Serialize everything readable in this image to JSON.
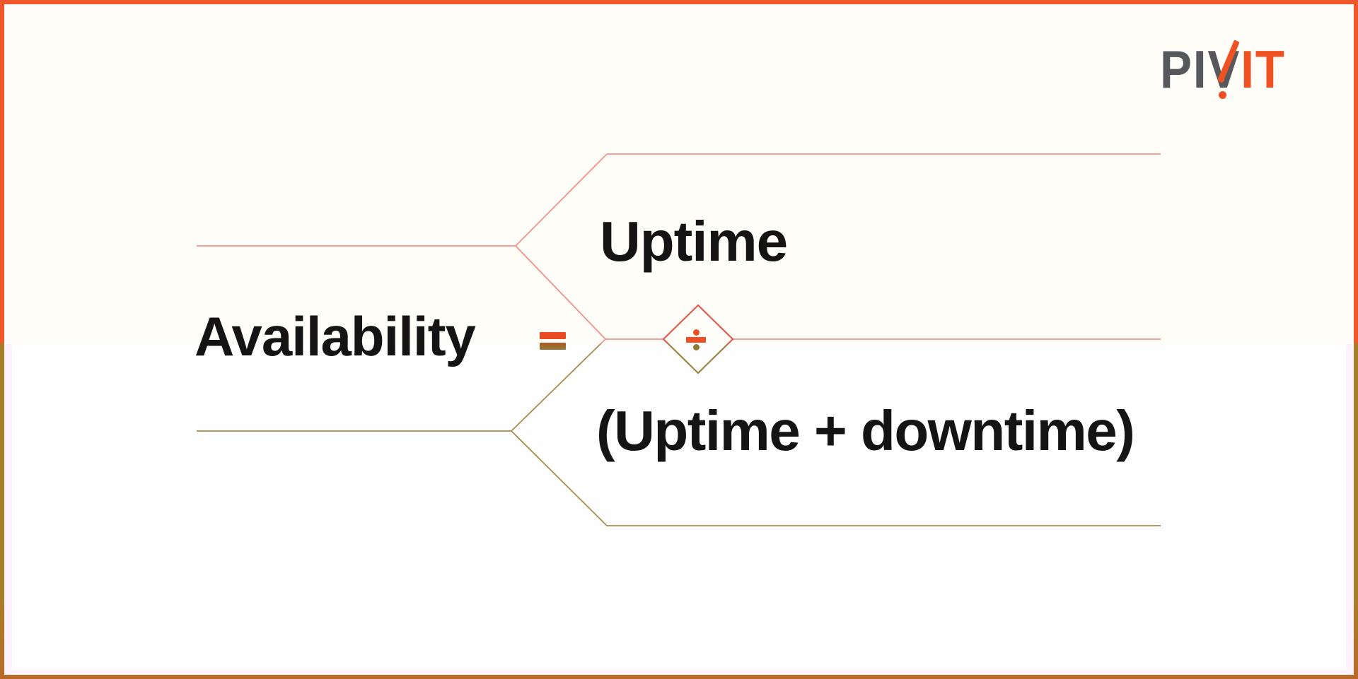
{
  "brand": {
    "logo_prefix": "PI",
    "logo_v": "V",
    "logo_suffix": "IT",
    "logo_gray": "#57585c",
    "logo_orange": "#f05123"
  },
  "formula": {
    "result": "Availability",
    "equals": "=",
    "numerator": "Uptime",
    "divide": "÷",
    "denominator": "(Uptime + downtime)"
  },
  "colors": {
    "border_orange_top": "#f0572b",
    "border_gold_bottom": "#a87d28",
    "border_rust_bottom_edge": "#b96a28",
    "line_salmon": "#f4928a",
    "line_gold": "#a98c48",
    "diamond_red": "#e25a50",
    "diamond_gold": "#9c8440",
    "symbol_orange": "#ed4e23",
    "symbol_olive": "#8f7c33",
    "text": "#141414",
    "background": "#fffdf8",
    "inner_glow_pink": "#ffeefe"
  }
}
